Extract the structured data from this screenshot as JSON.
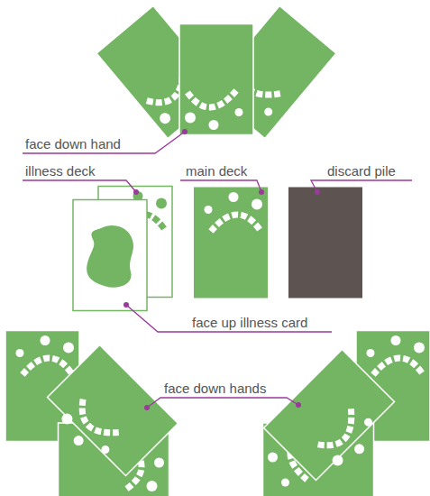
{
  "diagram": {
    "labels": [
      "face down hand",
      "illness deck",
      "main deck",
      "discard pile",
      "face up illness card",
      "face down hands"
    ]
  }
}
